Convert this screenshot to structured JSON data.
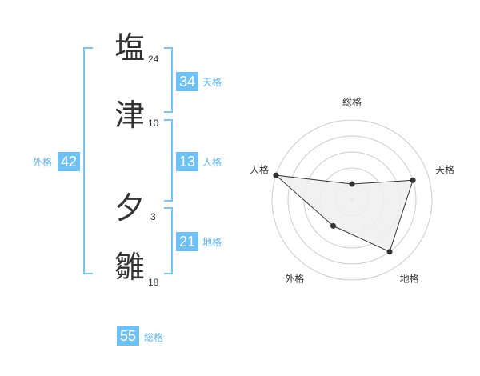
{
  "name": {
    "chars": [
      {
        "char": "塩",
        "strokes": "24"
      },
      {
        "char": "津",
        "strokes": "10"
      },
      {
        "char": "夕",
        "strokes": "3"
      },
      {
        "char": "雛",
        "strokes": "18"
      }
    ]
  },
  "fortune": {
    "tenkaku": {
      "label": "天格",
      "value": "34"
    },
    "jinkaku": {
      "label": "人格",
      "value": "13"
    },
    "chikaku": {
      "label": "地格",
      "value": "21"
    },
    "gaikaku": {
      "label": "外格",
      "value": "42"
    },
    "soukaku": {
      "label": "総格",
      "value": "55"
    }
  },
  "radar": {
    "axes": [
      "総格",
      "天格",
      "地格",
      "外格",
      "人格"
    ],
    "levels": [
      1,
      4,
      4,
      2,
      5
    ],
    "max_level": 5,
    "fill_color": "#eeeeee",
    "line_color": "#333333",
    "ring_color": "#cccccc"
  }
}
